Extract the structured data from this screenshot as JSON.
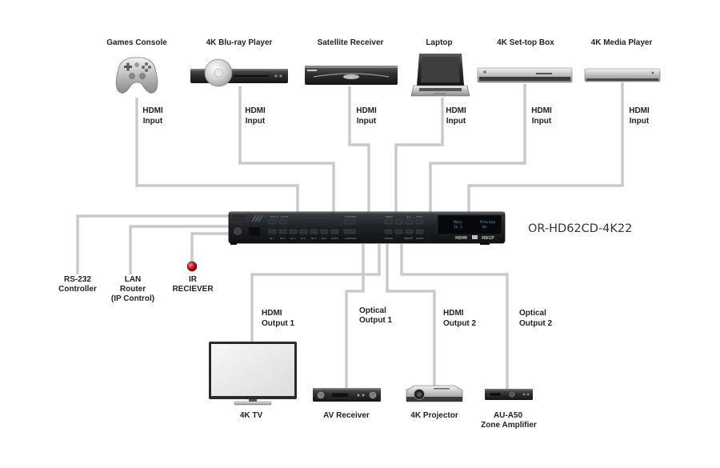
{
  "sources": [
    {
      "name": "Games Console",
      "port": [
        "HDMI",
        "Input"
      ],
      "icon": "gamepad-icon"
    },
    {
      "name": "4K Blu-ray Player",
      "port": [
        "HDMI",
        "Input"
      ],
      "icon": "bluray-player-icon"
    },
    {
      "name": "Satellite Receiver",
      "port": [
        "HDMI",
        "Input"
      ],
      "icon": "satellite-receiver-icon"
    },
    {
      "name": "Laptop",
      "port": [
        "HDMI",
        "Input"
      ],
      "icon": "laptop-icon"
    },
    {
      "name": "4K Set-top Box",
      "port": [
        "HDMI",
        "Input"
      ],
      "icon": "set-top-box-icon"
    },
    {
      "name": "4K Media Player",
      "port": [
        "HDMI",
        "Input"
      ],
      "icon": "media-player-icon"
    }
  ],
  "device": {
    "model": "OR-HD62CD-4K22",
    "front_panel": {
      "out_labels": [
        "OUT A",
        "OUT B"
      ],
      "input_keys": [
        "IN 1",
        "IN 2",
        "IN 3",
        "IN 4",
        "IN 5",
        "IN 6",
        "MUTE"
      ],
      "control_labels": [
        "CONTROL",
        "CONTROL"
      ],
      "menu_labels": [
        "MENU",
        "ALL",
        "LOCK",
        "ENTER",
        "PRESET",
        "MODE"
      ],
      "display_left": [
        "Main",
        "In 1"
      ],
      "display_right": [
        "Preview",
        "On"
      ],
      "logos": [
        "HDMI",
        "HDCP"
      ]
    }
  },
  "control": [
    {
      "label": [
        "RS-232",
        "Controller"
      ]
    },
    {
      "label": [
        "LAN",
        "Router",
        "(IP Control)"
      ]
    },
    {
      "label": [
        "IR",
        "RECIEVER"
      ]
    }
  ],
  "outputs": [
    {
      "port": [
        "HDMI",
        "Output 1"
      ],
      "name": [
        "4K TV"
      ],
      "icon": "tv-icon"
    },
    {
      "port": [
        "Optical",
        "Output 1"
      ],
      "name": [
        "AV Receiver"
      ],
      "icon": "av-receiver-icon"
    },
    {
      "port": [
        "HDMI",
        "Output 2"
      ],
      "name": [
        "4K Projector"
      ],
      "icon": "projector-icon"
    },
    {
      "port": [
        "Optical",
        "Output 2"
      ],
      "name": [
        "AU-A50",
        "Zone Amplifier"
      ],
      "icon": "zone-amplifier-icon"
    }
  ],
  "colors": {
    "line": "#c9c9c9",
    "device": "#1d1f22",
    "text": "#222222",
    "ir_led": "#c0151b"
  }
}
